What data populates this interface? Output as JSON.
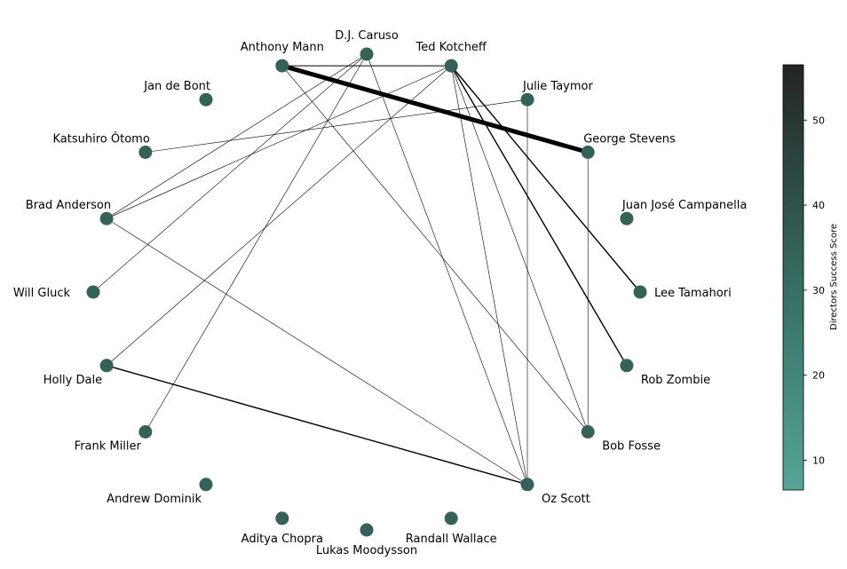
{
  "colorbar": {
    "label": "Directors Success Score",
    "min": 6.5,
    "max": 56.5,
    "ticks": [
      10,
      20,
      30,
      40,
      50
    ],
    "color_low": "#56a596",
    "color_mid": "#356b60",
    "color_high": "#242424"
  },
  "node_color": "#356158",
  "nodes": [
    {
      "id": "dj-caruso",
      "label": "D.J. Caruso",
      "score": 42
    },
    {
      "id": "ted-kotcheff",
      "label": "Ted Kotcheff",
      "score": 42
    },
    {
      "id": "julie-taymor",
      "label": "Julie Taymor",
      "score": 42
    },
    {
      "id": "george-stevens",
      "label": "George Stevens",
      "score": 42
    },
    {
      "id": "juan-jose-campanella",
      "label": "Juan José Campanella",
      "score": 42
    },
    {
      "id": "lee-tamahori",
      "label": "Lee Tamahori",
      "score": 42
    },
    {
      "id": "rob-zombie",
      "label": "Rob Zombie",
      "score": 42
    },
    {
      "id": "bob-fosse",
      "label": "Bob Fosse",
      "score": 42
    },
    {
      "id": "oz-scott",
      "label": "Oz Scott",
      "score": 42
    },
    {
      "id": "randall-wallace",
      "label": "Randall Wallace",
      "score": 42
    },
    {
      "id": "lukas-moodysson",
      "label": "Lukas Moodysson",
      "score": 42
    },
    {
      "id": "aditya-chopra",
      "label": "Aditya Chopra",
      "score": 42
    },
    {
      "id": "andrew-dominik",
      "label": "Andrew Dominik",
      "score": 42
    },
    {
      "id": "frank-miller",
      "label": "Frank Miller",
      "score": 42
    },
    {
      "id": "holly-dale",
      "label": "Holly Dale",
      "score": 42
    },
    {
      "id": "will-gluck",
      "label": "Will Gluck",
      "score": 42
    },
    {
      "id": "brad-anderson",
      "label": "Brad Anderson",
      "score": 42
    },
    {
      "id": "katsuhiro-otomo",
      "label": "Katsuhiro Ôtomo",
      "score": 42
    },
    {
      "id": "jan-de-bont",
      "label": "Jan de Bont",
      "score": 42
    },
    {
      "id": "anthony-mann",
      "label": "Anthony Mann",
      "score": 42
    }
  ],
  "edges": [
    {
      "source": "anthony-mann",
      "target": "george-stevens",
      "weight": 5
    },
    {
      "source": "anthony-mann",
      "target": "ted-kotcheff",
      "weight": 1
    },
    {
      "source": "anthony-mann",
      "target": "bob-fosse",
      "weight": 0.6
    },
    {
      "source": "dj-caruso",
      "target": "brad-anderson",
      "weight": 0.6
    },
    {
      "source": "dj-caruso",
      "target": "will-gluck",
      "weight": 0.6
    },
    {
      "source": "dj-caruso",
      "target": "frank-miller",
      "weight": 0.6
    },
    {
      "source": "dj-caruso",
      "target": "oz-scott",
      "weight": 0.6
    },
    {
      "source": "ted-kotcheff",
      "target": "lee-tamahori",
      "weight": 1.4
    },
    {
      "source": "ted-kotcheff",
      "target": "rob-zombie",
      "weight": 1.4
    },
    {
      "source": "ted-kotcheff",
      "target": "brad-anderson",
      "weight": 0.6
    },
    {
      "source": "ted-kotcheff",
      "target": "holly-dale",
      "weight": 0.6
    },
    {
      "source": "ted-kotcheff",
      "target": "oz-scott",
      "weight": 0.6
    },
    {
      "source": "ted-kotcheff",
      "target": "bob-fosse",
      "weight": 0.6
    },
    {
      "source": "julie-taymor",
      "target": "katsuhiro-otomo",
      "weight": 0.6
    },
    {
      "source": "julie-taymor",
      "target": "oz-scott",
      "weight": 0.6
    },
    {
      "source": "george-stevens",
      "target": "bob-fosse",
      "weight": 0.6
    },
    {
      "source": "brad-anderson",
      "target": "oz-scott",
      "weight": 0.6
    },
    {
      "source": "holly-dale",
      "target": "oz-scott",
      "weight": 1.4
    }
  ]
}
